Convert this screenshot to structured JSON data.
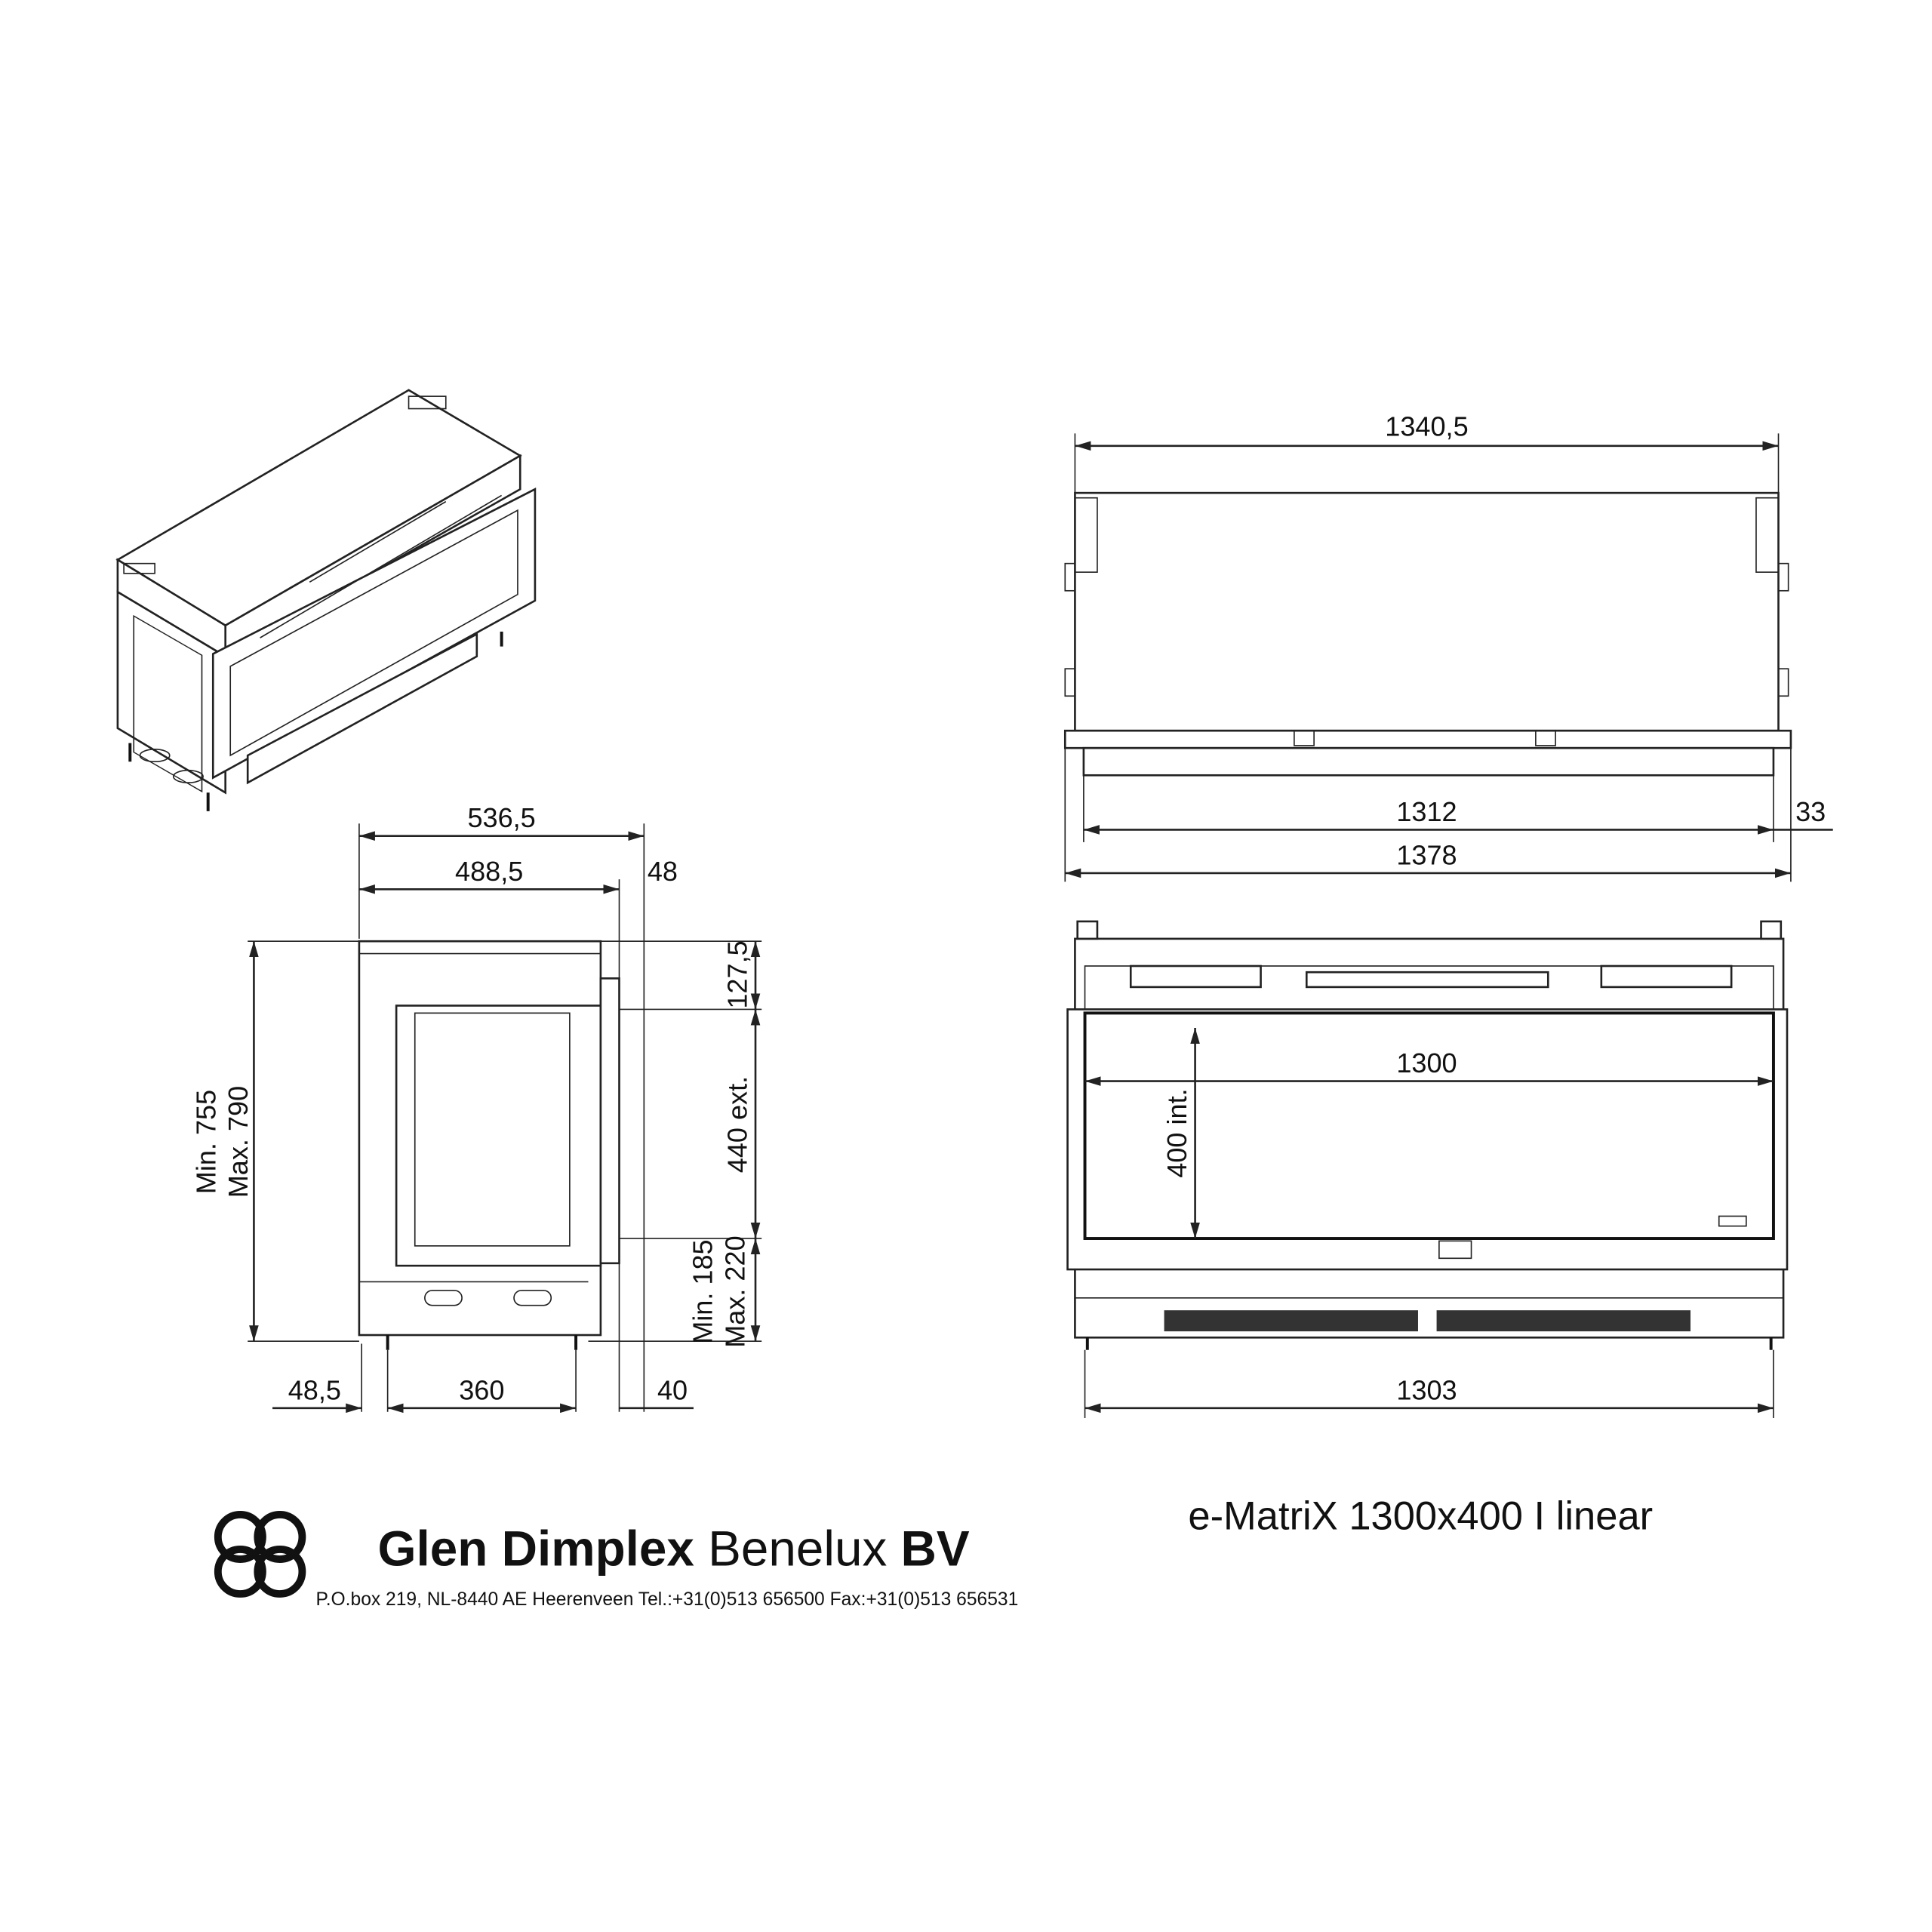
{
  "title": "e-MatriX 1300x400 I linear",
  "company": {
    "name_bold": "Glen Dimplex",
    "name_regular": "Benelux",
    "name_suffix": "BV",
    "address": "P.O.box 219, NL-8440 AE Heerenveen Tel.:+31(0)513 656500  Fax:+31(0)513 656531"
  },
  "top_view": {
    "width_top": "1340,5",
    "width_inner": "1312",
    "offset": "33",
    "width_total": "1378"
  },
  "front_view": {
    "glass_width": "1300",
    "glass_height": "400 int.",
    "base_width": "1303"
  },
  "side_view": {
    "depth_total": "536,5",
    "depth_body": "488,5",
    "front_depth": "48",
    "top_gap": "127,5",
    "opening_height": "440 ext.",
    "height_min": "Min. 755",
    "height_max": "Max. 790",
    "bottom_min": "Min. 185",
    "bottom_max": "Max. 220",
    "foot_offset": "48,5",
    "foot_span": "360",
    "front_offset": "40"
  }
}
